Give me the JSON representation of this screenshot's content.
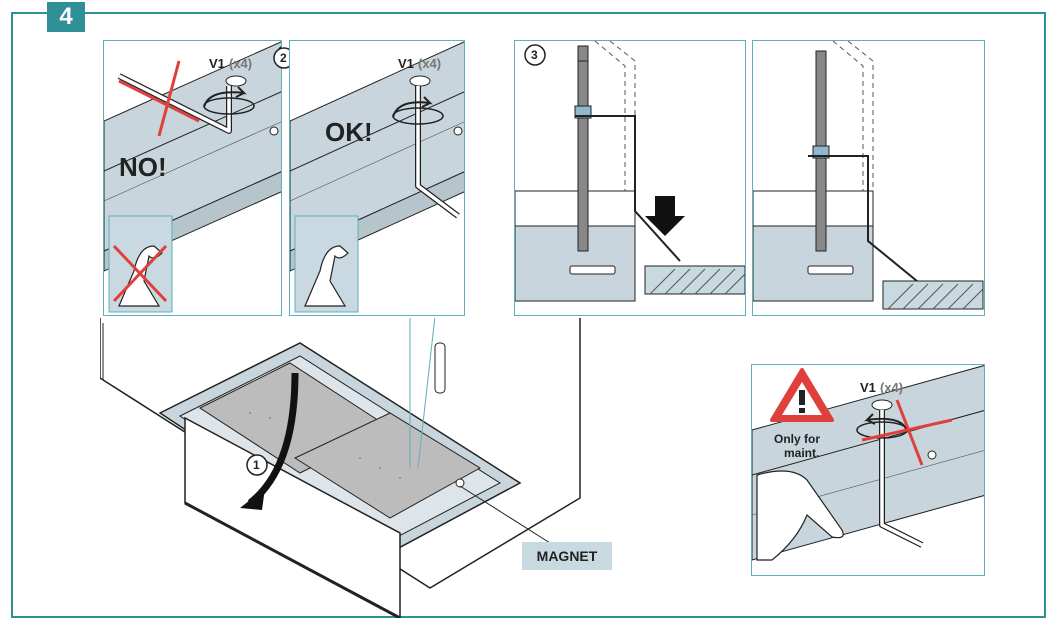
{
  "step_number": "4",
  "panel_no": {
    "step": "2",
    "screw_label": "V1",
    "screw_count": "(x4)",
    "verdict": "NO!"
  },
  "panel_ok": {
    "screw_label": "V1",
    "screw_count": "(x4)",
    "verdict": "OK!"
  },
  "panel_install": {
    "step": "3"
  },
  "main_view": {
    "step": "1",
    "callout": "MAGNET"
  },
  "panel_maint": {
    "screw_label": "V1",
    "screw_count": "(x4)",
    "warning_line1": "Only for",
    "warning_line2": "maint."
  },
  "colors": {
    "accent": "#2e8f97",
    "panel_border": "#5fb0b8",
    "steel": "#c8d5dc",
    "cross": "#e0403c",
    "warning": "#e0403c",
    "callout_bg": "#c8d9e2"
  }
}
